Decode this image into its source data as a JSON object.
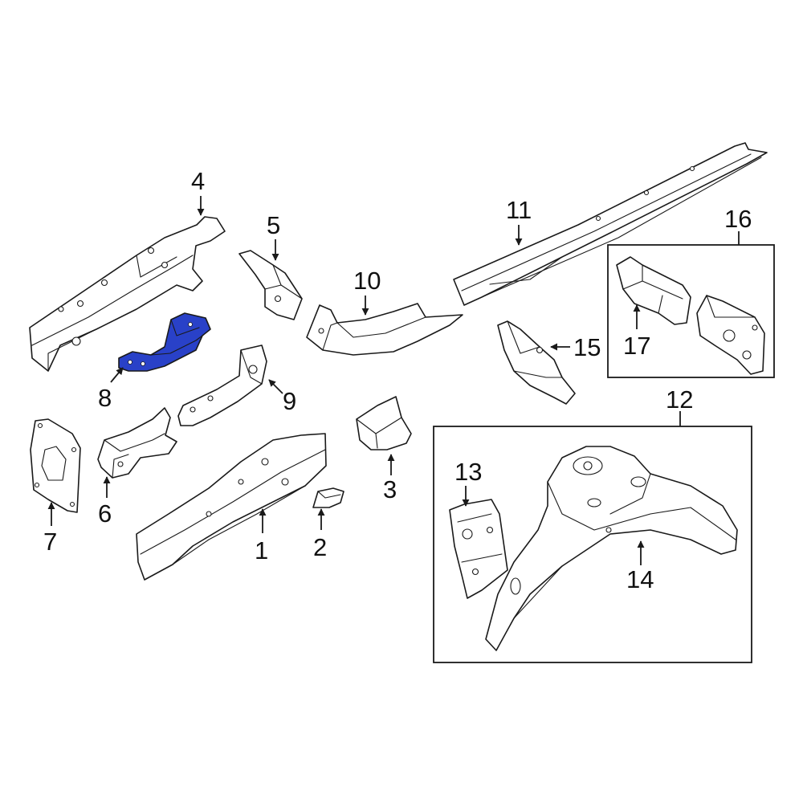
{
  "diagram": {
    "highlight_color": "#2941c8",
    "outline_color": "#1a1a1a",
    "highlighted_part": "8",
    "callouts": [
      "1",
      "2",
      "3",
      "4",
      "5",
      "6",
      "7",
      "8",
      "9",
      "10",
      "11",
      "12",
      "13",
      "14",
      "15",
      "16",
      "17"
    ]
  }
}
